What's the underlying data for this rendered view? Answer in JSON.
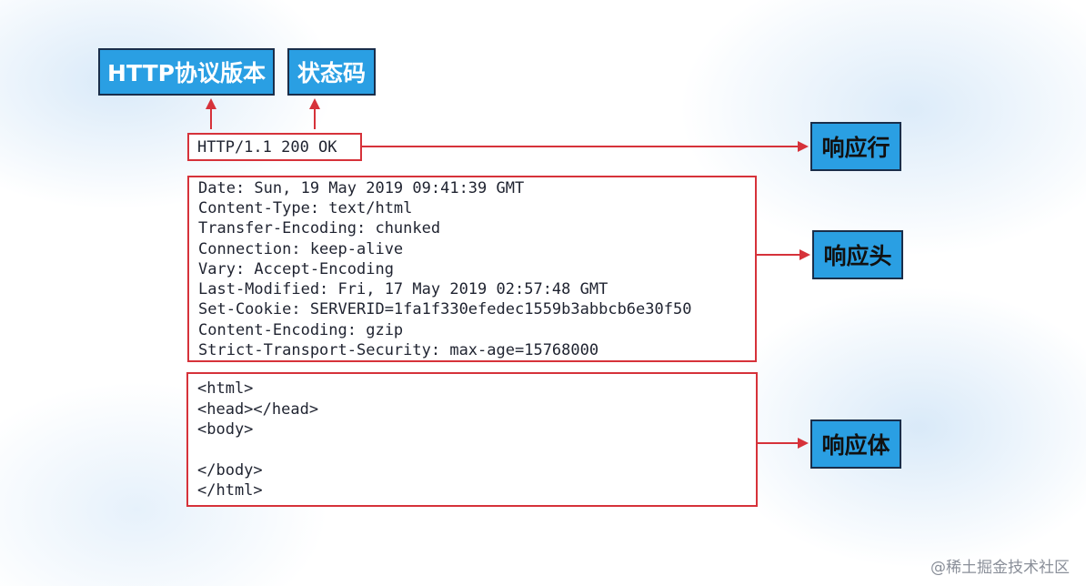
{
  "labels": {
    "http_version": "HTTP协议版本",
    "status_code": "状态码",
    "response_line": "响应行",
    "response_headers": "响应头",
    "response_body": "响应体"
  },
  "status_line": "HTTP/1.1 200 OK",
  "headers": [
    "Date: Sun, 19 May 2019 09:41:39 GMT",
    "Content-Type: text/html",
    "Transfer-Encoding: chunked",
    "Connection: keep-alive",
    "Vary: Accept-Encoding",
    "Last-Modified: Fri, 17 May 2019 02:57:48 GMT",
    "Set-Cookie: SERVERID=1fa1f330efedec1559b3abbcb6e30f50",
    "Content-Encoding: gzip",
    "Strict-Transport-Security: max-age=15768000"
  ],
  "body_lines": [
    "<html>",
    "<head></head>",
    "<body>",
    "",
    "</body>",
    "</html>"
  ],
  "watermark": "@稀土掘金技术社区",
  "colors": {
    "label_fill": "#2a9fe3",
    "label_border": "#1a2e4a",
    "outline_red": "#d6323a",
    "arrow_red": "#d6323a"
  }
}
